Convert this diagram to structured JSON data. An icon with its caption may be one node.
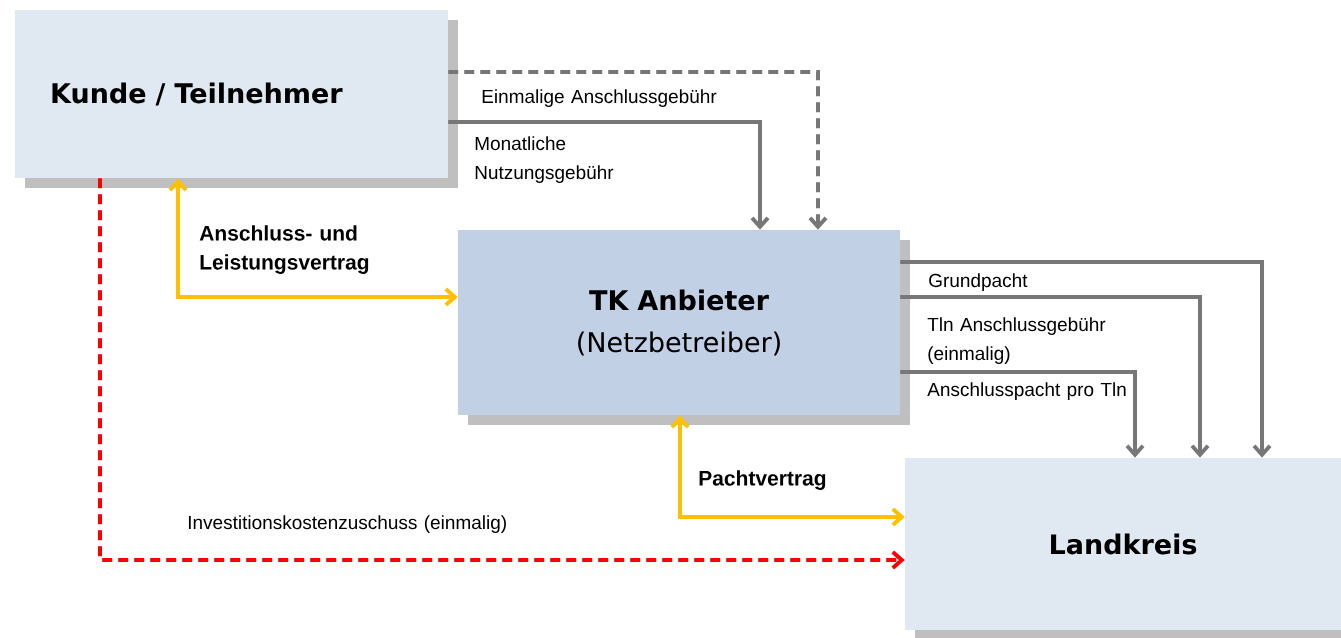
{
  "diagram": {
    "nodes": [
      {
        "text": [
          "Kunde / Teilnehmer"
        ]
      },
      {
        "text": [
          "TK Anbieter",
          "(Netzbetreiber)"
        ]
      },
      {
        "text": [
          "Landkreis"
        ]
      }
    ],
    "edges": [
      {
        "from": 0,
        "to": 1,
        "arrow": "to",
        "label": "Einmalige Anschlussgebühr",
        "style": "dashed"
      },
      {
        "from": 0,
        "to": 1,
        "arrow": "to",
        "label": "Monatliche Nutzungsgebühr"
      },
      {
        "from": 0,
        "to": 1,
        "arrow": "both",
        "label": "Anschluss- und Leistungsvertrag",
        "color": "#ffc000"
      },
      {
        "from": 1,
        "to": 2,
        "arrow": "to",
        "label": "Grundpacht"
      },
      {
        "from": 1,
        "to": 2,
        "arrow": "to",
        "label": "Tln Anschlussgebühr (einmalig)"
      },
      {
        "from": 1,
        "to": 2,
        "arrow": "to",
        "label": "Anschlusspacht pro Tln"
      },
      {
        "from": 1,
        "to": 2,
        "arrow": "both",
        "label": "Pachtvertrag",
        "color": "#ffc000"
      },
      {
        "from": 0,
        "to": 2,
        "arrow": "to",
        "label": "Investitionskostenzuschuss (einmalig)",
        "style": "dashed",
        "color": "#ff0000"
      }
    ]
  }
}
